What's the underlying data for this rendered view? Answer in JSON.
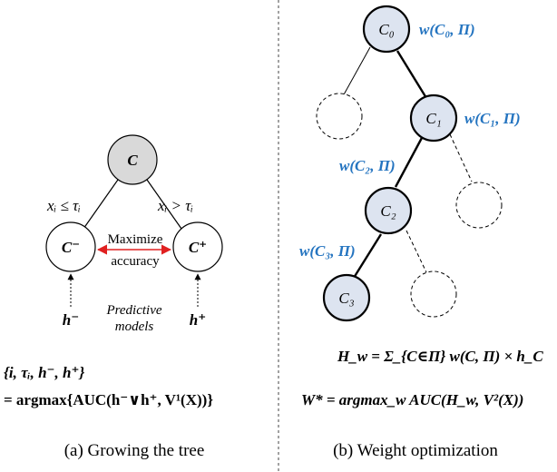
{
  "left_panel": {
    "root_label": "C",
    "left_child_label": "C⁻",
    "right_child_label": "C⁺",
    "left_condition": "xᵢ ≤ τᵢ",
    "right_condition": "xᵢ > τᵢ",
    "maximize_line1": "Maximize",
    "maximize_line2": "accuracy",
    "left_model": "h⁻",
    "right_model": "h⁺",
    "predictive_line1": "Predictive",
    "predictive_line2": "models",
    "formula_line1": "{i, τᵢ, h⁻, h⁺}",
    "formula_line2": "= argmax{AUC(h⁻∨h⁺, V¹(X))}",
    "caption": "(a) Growing the tree"
  },
  "right_panel": {
    "nodes": [
      "C₀",
      "C₁",
      "C₂",
      "C₃"
    ],
    "weights": [
      "w(C₀, Π)",
      "w(C₁, Π)",
      "w(C₂, Π)",
      "w(C₃, Π)"
    ],
    "hw_formula": "H_w = Σ_{C∈Π} w(C, Π) × h_C",
    "w_star_formula": "W* = argmax_w AUC(H_w, V²(X))",
    "caption": "(b) Weight optimization"
  },
  "colors": {
    "node_fill_gray": "#d9d9d9",
    "node_fill_blue": "#dde4f0",
    "weight_text": "#2474c0",
    "arrow_red": "#e02020"
  }
}
